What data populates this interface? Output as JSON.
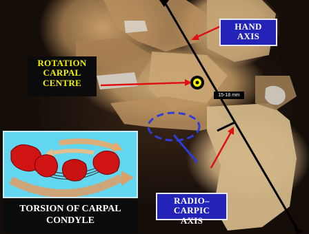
{
  "image": {
    "hand_axis_label": [
      "HAND",
      "AXIS"
    ],
    "rotation_label": [
      "ROTATION",
      "CARPAL",
      "CENTRE"
    ],
    "radio_carpic_label": [
      "RADIO–CARPIC",
      "AXIS"
    ],
    "torsion_label": [
      "TORSION OF CARPAL",
      "CONDYLE"
    ],
    "scale_text": "15-18 mm",
    "colors": {
      "axis_line": "#000000",
      "arrow": "#e01010",
      "label_box": "#2323b8",
      "rotation_text": "#f2f200",
      "inset_bg": "#63d7f0",
      "carpal_bones": "#d01414",
      "dashed_ellipse": "#2f3dd6"
    }
  }
}
